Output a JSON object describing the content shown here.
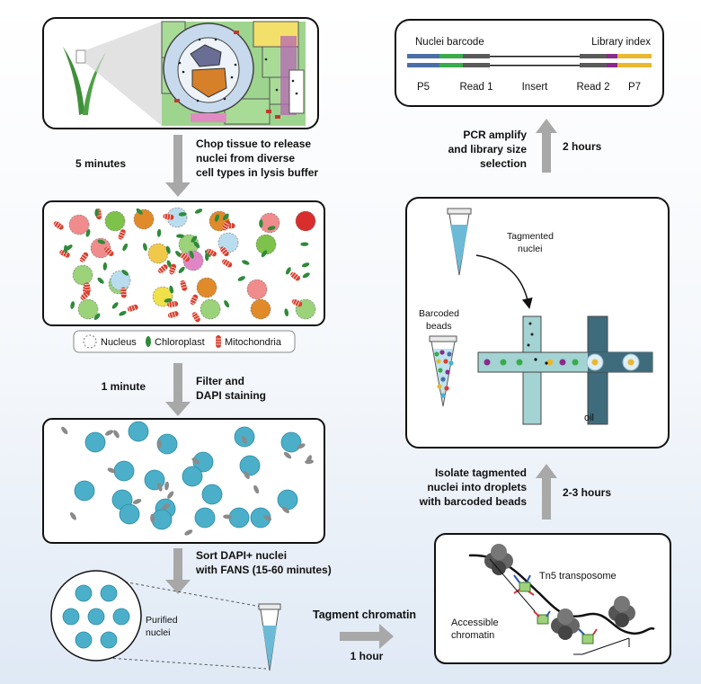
{
  "leaf": {
    "chop_text": [
      "Chop tissue to release",
      "nuclei from diverse",
      "cell types in lysis buffer"
    ],
    "chop_time": "5 minutes"
  },
  "legend": {
    "nucleus": "Nucleus",
    "chloroplast": "Chloroplast",
    "mitochondria": "Mitochondria"
  },
  "filter": {
    "text": [
      "Filter and",
      "DAPI staining"
    ],
    "time": "1 minute"
  },
  "sort": {
    "text": [
      "Sort DAPI+ nuclei",
      "with FANS (15-60 minutes)"
    ],
    "purified": [
      "Purified",
      "nuclei"
    ]
  },
  "tagment": {
    "title": "Tagment chromatin",
    "time": "1 hour",
    "tn5": "Tn5 transposome",
    "accessible": [
      "Accessible",
      "chromatin"
    ]
  },
  "isolate": {
    "text": [
      "Isolate tagmented",
      "nuclei into droplets",
      "with barcoded beads"
    ],
    "time": "2-3 hours"
  },
  "droplet": {
    "tagmented": [
      "Tagmented",
      "nuclei"
    ],
    "beads": [
      "Barcoded",
      "beads"
    ],
    "oil": "oil"
  },
  "pcr": {
    "text": [
      "PCR amplify",
      "and library size",
      "selection"
    ],
    "time": "2 hours"
  },
  "library": {
    "nuclei_barcode": "Nuclei barcode",
    "library_index": "Library index",
    "p5": "P5",
    "read1": "Read 1",
    "insert": "Insert",
    "read2": "Read 2",
    "p7": "P7"
  },
  "colors": {
    "nucleus_blue": "#4bafc9",
    "barcode_green": "#3aab4a",
    "index_purple": "#8a2a8c",
    "p5_blue": "#4a6fa5",
    "p7_yellow": "#e8b830",
    "arrow_gray": "#a8a8a8"
  }
}
